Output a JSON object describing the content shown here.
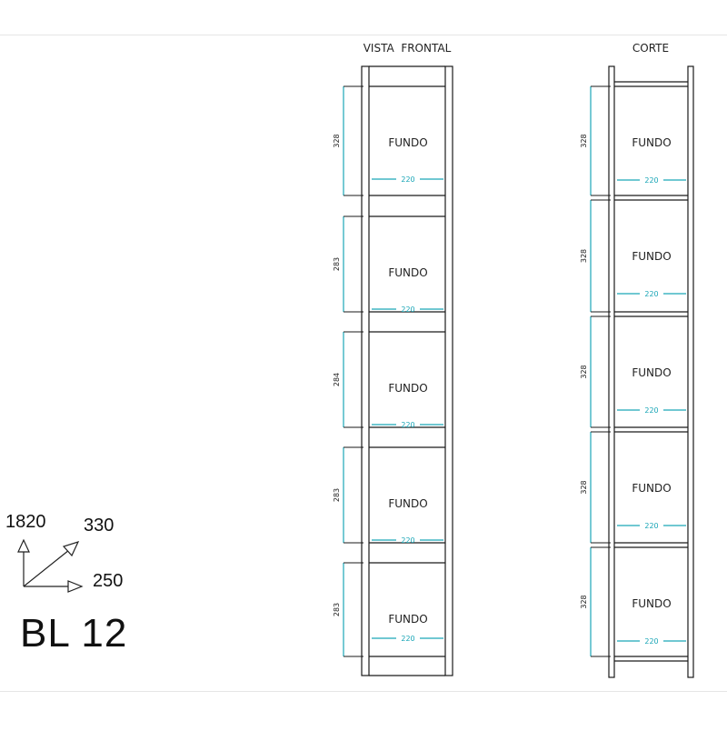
{
  "views": {
    "front_title": "VISTA  FRONTAL",
    "section_title": "CORTE"
  },
  "colors": {
    "line": "#1a1a1a",
    "dimension": "#1aa6b7",
    "text": "#222222"
  },
  "front_view": {
    "compartments": [
      {
        "label": "FUNDO",
        "height": "328",
        "width": "220"
      },
      {
        "label": "FUNDO",
        "height": "283",
        "width": "220"
      },
      {
        "label": "FUNDO",
        "height": "284",
        "width": "220"
      },
      {
        "label": "FUNDO",
        "height": "283",
        "width": "220"
      },
      {
        "label": "FUNDO",
        "height": "283",
        "width": "220"
      }
    ]
  },
  "section_view": {
    "compartments": [
      {
        "label": "FUNDO",
        "height": "328",
        "width": "220"
      },
      {
        "label": "FUNDO",
        "height": "328",
        "width": "220"
      },
      {
        "label": "FUNDO",
        "height": "328",
        "width": "220"
      },
      {
        "label": "FUNDO",
        "height": "328",
        "width": "220"
      },
      {
        "label": "FUNDO",
        "height": "328",
        "width": "220"
      }
    ]
  },
  "overall": {
    "height": "1820",
    "depth": "330",
    "width": "250",
    "code": "BL 12"
  }
}
